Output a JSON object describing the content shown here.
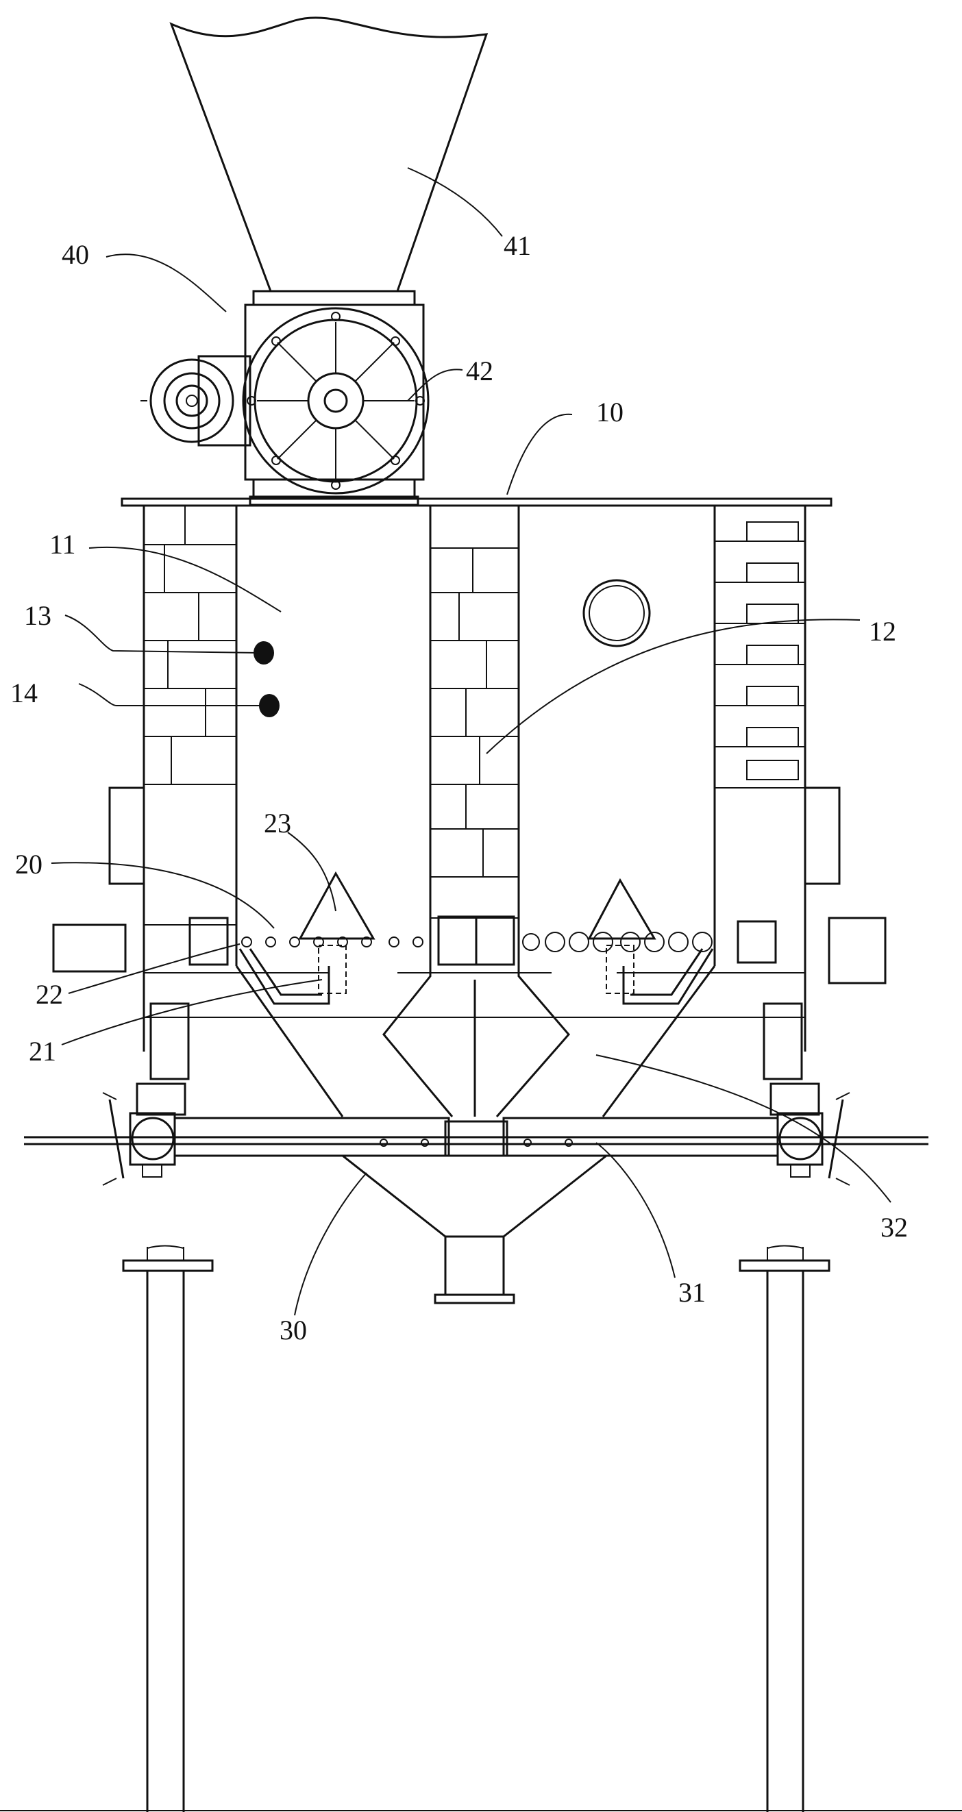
{
  "labels": {
    "l10": "10",
    "l11": "11",
    "l12": "12",
    "l13": "13",
    "l14": "14",
    "l20": "20",
    "l21": "21",
    "l22": "22",
    "l23": "23",
    "l30": "30",
    "l31": "31",
    "l32": "32",
    "l40": "40",
    "l41": "41",
    "l42": "42"
  }
}
